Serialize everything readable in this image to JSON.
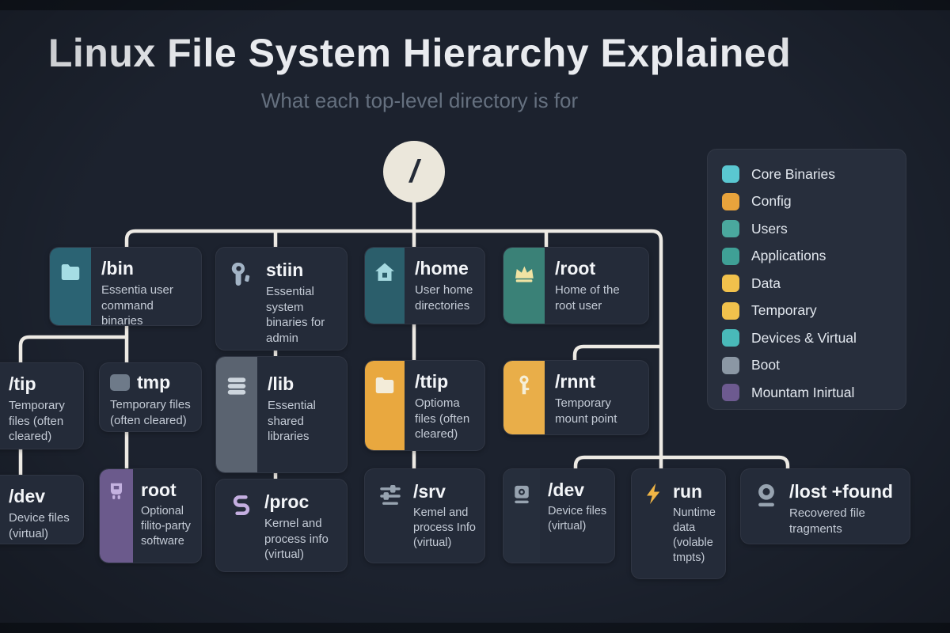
{
  "header": {
    "title": "Linux File System Hierarchy Explained",
    "subtitle": "What each top-level directory is for"
  },
  "root": {
    "label": "/"
  },
  "style": {
    "background": "#1c222e",
    "card_bg": "#242b39",
    "connector_color": "#edeae4"
  },
  "legend": {
    "items": [
      {
        "label": "Core Binaries",
        "color": "#5ac7d1"
      },
      {
        "label": "Config",
        "color": "#e8a33c"
      },
      {
        "label": "Users",
        "color": "#4aa89e"
      },
      {
        "label": "Applications",
        "color": "#3fa096"
      },
      {
        "label": "Data",
        "color": "#f1c14c"
      },
      {
        "label": "Temporary",
        "color": "#f1c14c"
      },
      {
        "label": "Devices & Virtual",
        "color": "#49b9b9"
      },
      {
        "label": "Boot",
        "color": "#8b97a4"
      },
      {
        "label": "Mountam Inirtual",
        "color": "#6d5a90"
      }
    ]
  },
  "cards": [
    {
      "icon": "folder-icon",
      "title": "/bin",
      "desc": "Essentia user command binaries",
      "panel_color": "#2b6373",
      "icon_color": "#a5dde4"
    },
    {
      "icon": "wrench-icon",
      "title": "stiin",
      "desc": "Essential system binaries for admin",
      "icon_color": "#a3b4c6"
    },
    {
      "icon": "home-icon",
      "title": "/home",
      "desc": "User home directories",
      "panel_color": "#2b5e6b",
      "icon_color": "#a5d9e0"
    },
    {
      "icon": "crown-icon",
      "title": "/root",
      "desc": "Home of the root user",
      "panel_color": "#3a8177",
      "icon_color": "#f0e3a3"
    },
    {
      "icon": "none",
      "title": "/tip",
      "desc": "Temporary files (often cleared)"
    },
    {
      "icon": "square-icon",
      "title": "tmp",
      "desc": "Temporary files (often cleared)",
      "icon_color": "#6e7a89"
    },
    {
      "icon": "stack-icon",
      "title": "/lib",
      "desc": "Essential shared libraries",
      "panel_color": "#5a6370",
      "icon_color": "#cdd5dd"
    },
    {
      "icon": "folder-icon",
      "title": "/ttip",
      "desc": "Optioma files (often cleared)",
      "panel_color": "#e9a83f",
      "icon_color": "#f3ecd9"
    },
    {
      "icon": "key-icon",
      "title": "/rnnt",
      "desc": "Temporary mount point",
      "panel_color": "#e9ae49",
      "icon_color": "#f5eed6"
    },
    {
      "icon": "none",
      "title": "/dev",
      "desc": "Device files (virtual)"
    },
    {
      "icon": "plug-icon",
      "title": "root",
      "desc": "Optional filito-party software",
      "panel_color": "#6b5a8c",
      "icon_color": "#c4b2e0"
    },
    {
      "icon": "process-icon",
      "title": "/proc",
      "desc": "Kernel and process info (virtual)",
      "icon_color": "#c4aee0"
    },
    {
      "icon": "sliders-icon",
      "title": "/srv",
      "desc": "Kemel and process Info (virtual)",
      "icon_color": "#97a3b0"
    },
    {
      "icon": "disk-icon",
      "title": "/dev",
      "desc": "Device files (virtual)",
      "panel_color": "#262e3c",
      "icon_color": "#97a3b0"
    },
    {
      "icon": "bolt-icon",
      "title": "run",
      "desc": "Nuntime data (volable tmpts)",
      "icon_color": "#f0b545"
    },
    {
      "icon": "lifebuoy-icon",
      "title": "/lost +found",
      "desc": "Recovered file tragments",
      "icon_color": "#97a3b0"
    }
  ]
}
